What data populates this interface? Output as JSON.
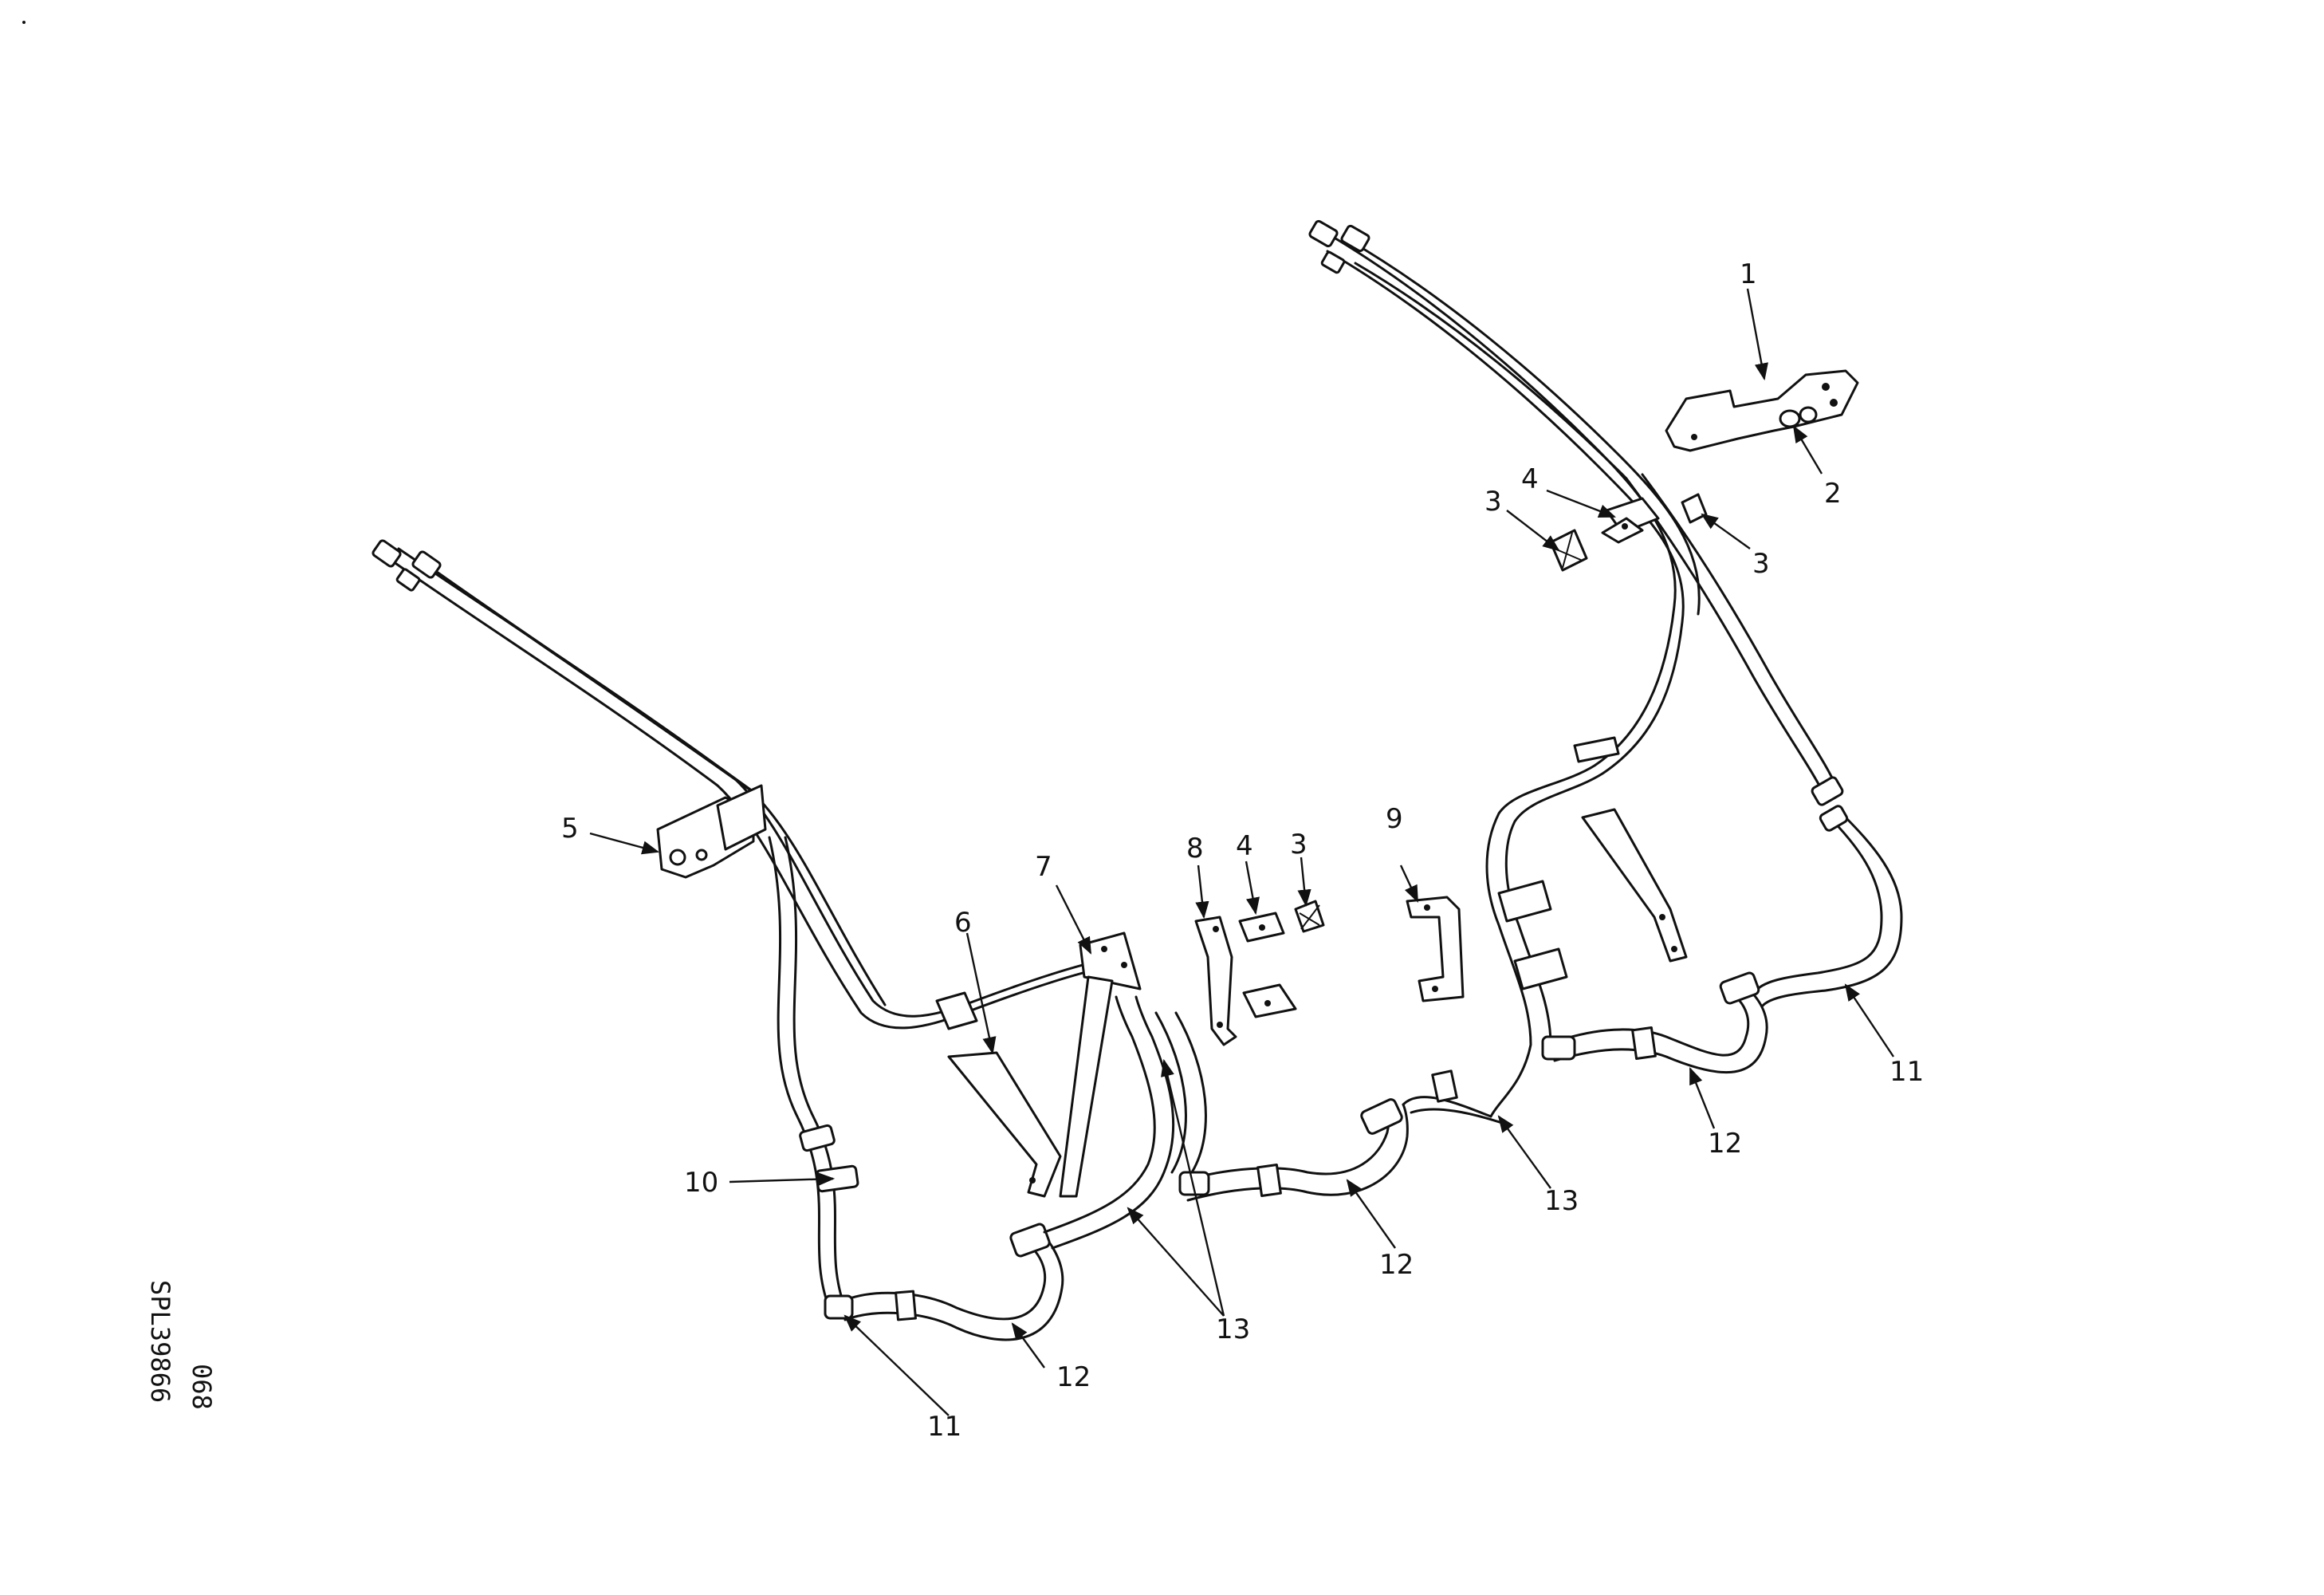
{
  "diagram": {
    "reference": {
      "code": "SPL39866",
      "suffix": "068"
    },
    "callouts": [
      {
        "id": "c1",
        "label": "1"
      },
      {
        "id": "c2",
        "label": "2"
      },
      {
        "id": "c3a",
        "label": "3"
      },
      {
        "id": "c3b",
        "label": "3"
      },
      {
        "id": "c3c",
        "label": "3"
      },
      {
        "id": "c4a",
        "label": "4"
      },
      {
        "id": "c4b",
        "label": "4"
      },
      {
        "id": "c5",
        "label": "5"
      },
      {
        "id": "c6",
        "label": "6"
      },
      {
        "id": "c7",
        "label": "7"
      },
      {
        "id": "c8",
        "label": "8"
      },
      {
        "id": "c9",
        "label": "9"
      },
      {
        "id": "c10",
        "label": "10"
      },
      {
        "id": "c11a",
        "label": "11"
      },
      {
        "id": "c11b",
        "label": "11"
      },
      {
        "id": "c12a",
        "label": "12"
      },
      {
        "id": "c12b",
        "label": "12"
      },
      {
        "id": "c12c",
        "label": "12"
      },
      {
        "id": "c13a",
        "label": "13"
      },
      {
        "id": "c13b",
        "label": "13"
      }
    ]
  }
}
